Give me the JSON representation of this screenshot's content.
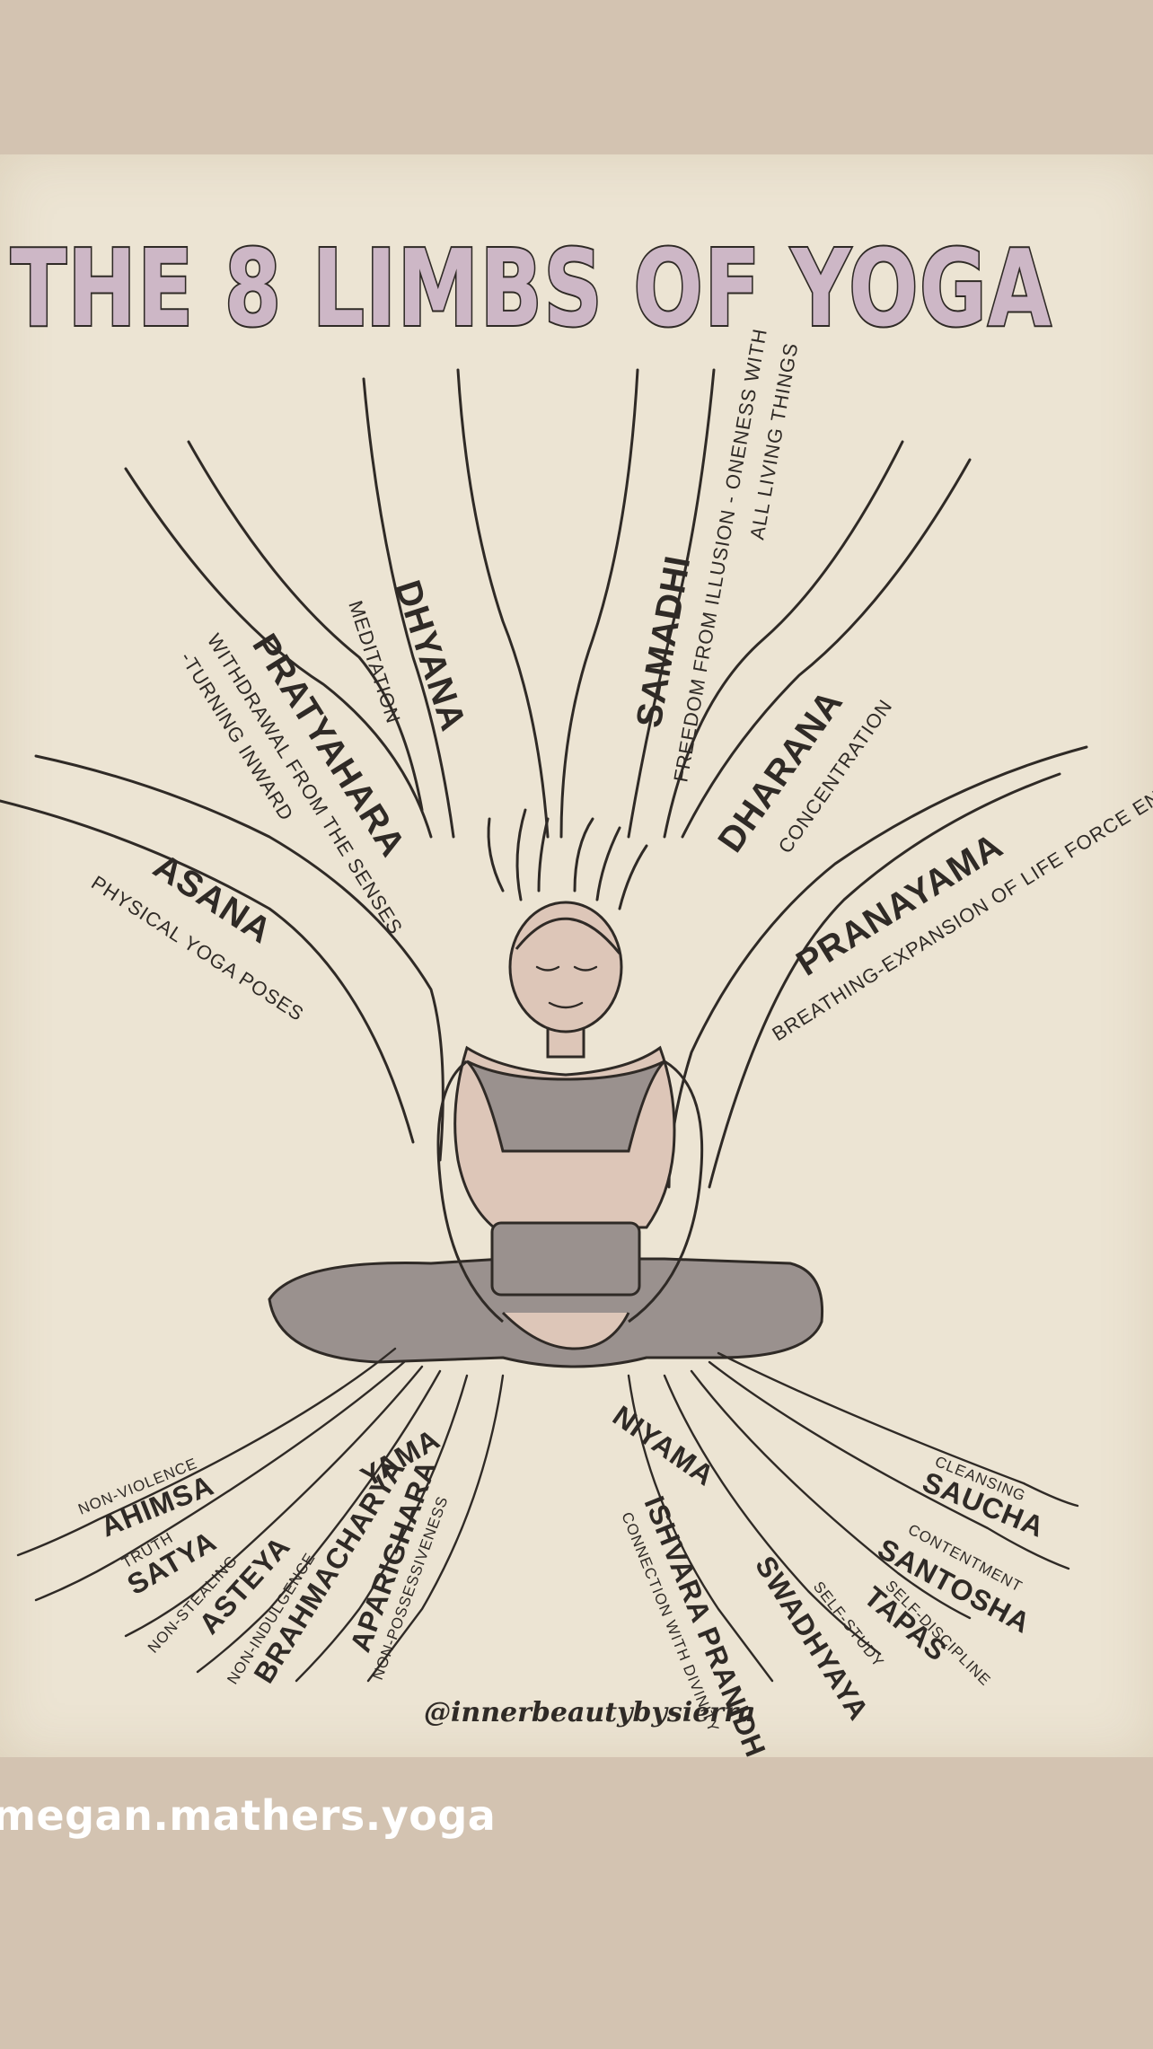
{
  "poster": {
    "title": "THE 8 LIMBS OF YOGA",
    "limbs": {
      "dhyana": {
        "name": "DHYANA",
        "meaning": "MEDITATION"
      },
      "samadhi": {
        "name": "SAMADHI",
        "meaning_line1": "FREEDOM FROM ILLUSION - ONENESS WITH",
        "meaning_line2": "ALL LIVING THINGS"
      },
      "pratyahara": {
        "name": "PRATYAHARA",
        "meaning_line1": "WITHDRAWAL FROM THE SENSES",
        "meaning_line2": "-TURNING INWARD"
      },
      "dharana": {
        "name": "DHARANA",
        "meaning": "CONCENTRATION"
      },
      "asana": {
        "name": "ASANA",
        "meaning": "PHYSICAL YOGA POSES"
      },
      "pranayama": {
        "name": "PRANAYAMA",
        "meaning": "BREATHING-EXPANSION OF LIFE FORCE ENERGY"
      },
      "yama": {
        "name": "YAMA"
      },
      "niyama": {
        "name": "NIYAMA"
      }
    },
    "yamas": [
      {
        "name": "AHIMSA",
        "meaning": "NON-VIOLENCE"
      },
      {
        "name": "SATYA",
        "meaning": "TRUTH"
      },
      {
        "name": "ASTEYA",
        "meaning": "NON-STEALING"
      },
      {
        "name": "BRAHMACHARYA",
        "meaning": "NON-INDULGENCE"
      },
      {
        "name": "APARIGHARA",
        "meaning": "NON-POSSESSIVENESS"
      }
    ],
    "niyamas": [
      {
        "name": "ISHVARA PRANIDHANA",
        "meaning": "CONNECTION WITH DIVINITY"
      },
      {
        "name": "SWADHYAYA",
        "meaning": "SELF-STUDY"
      },
      {
        "name": "TAPAS",
        "meaning": "SELF-DISCIPLINE"
      },
      {
        "name": "SANTOSHA",
        "meaning": "CONTENTMENT"
      },
      {
        "name": "SAUCHA",
        "meaning": "CLEANSING"
      }
    ],
    "signature": "@innerbeautybysierra"
  },
  "story": {
    "username": "megan.mathers.yoga"
  },
  "colors": {
    "background": "#d3c3b1",
    "paper": "#ece4d3",
    "ink": "#2f2a26",
    "title_fill": "#cdb7c6",
    "clothing": "#9a918e",
    "skin": "#ddc6b8"
  }
}
